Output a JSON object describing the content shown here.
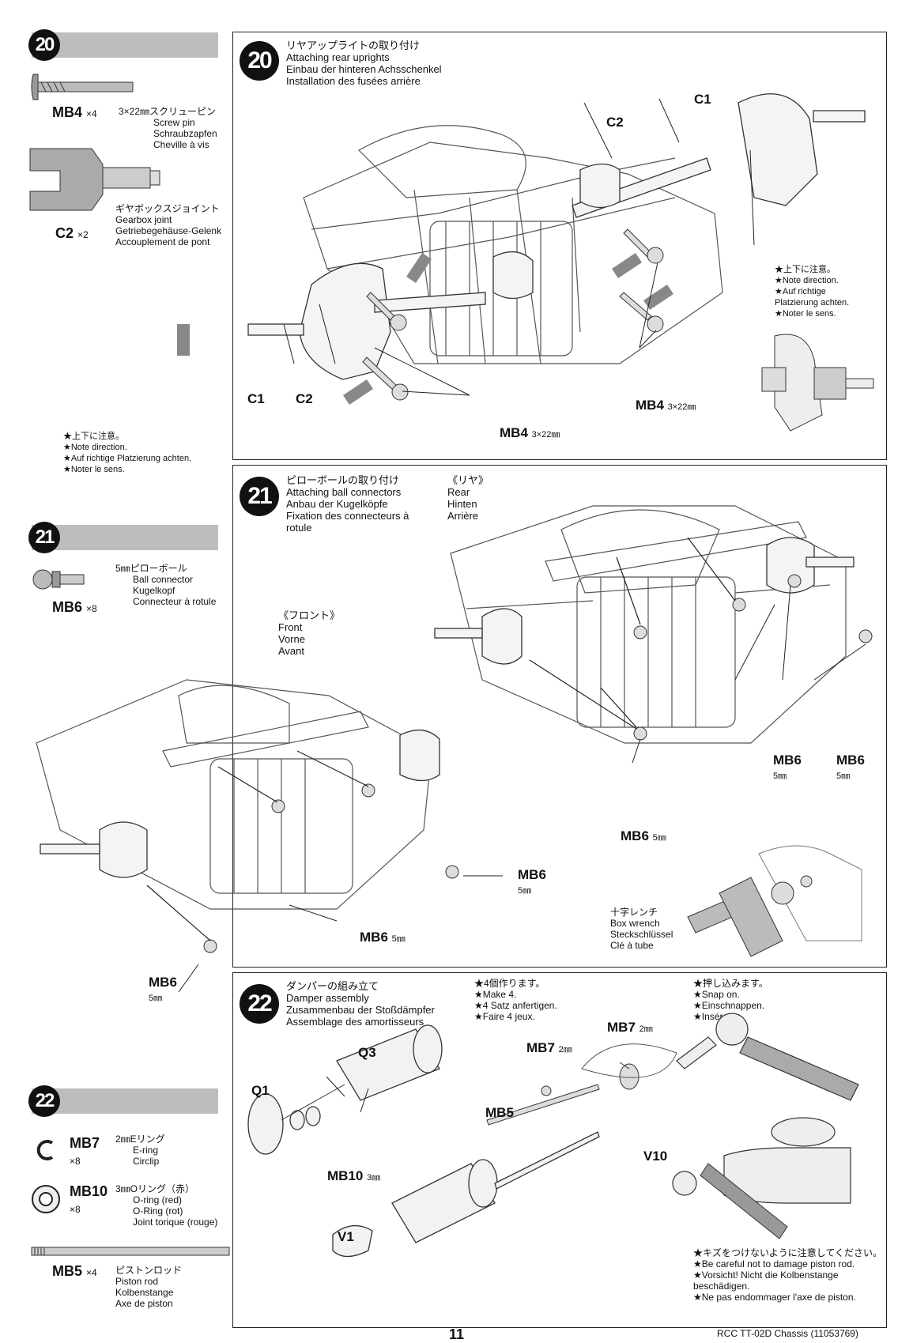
{
  "left_column": {
    "step20": {
      "number": "20",
      "parts": [
        {
          "code": "MB4",
          "qty": "×4",
          "desc": [
            "3×22㎜スクリューピン",
            "Screw pin",
            "Schraubzapfen",
            "Cheville à vis"
          ]
        },
        {
          "code": "C2",
          "qty": "×2",
          "desc": [
            "ギヤボックスジョイント",
            "Gearbox joint",
            "Getriebegehäuse-Gelenk",
            "Accouplement de pont"
          ]
        }
      ]
    },
    "step21": {
      "number": "21",
      "parts": [
        {
          "code": "MB6",
          "qty": "×8",
          "desc": [
            "5㎜ピローボール",
            "Ball connector",
            "Kugelkopf",
            "Connecteur à rotule"
          ]
        }
      ]
    },
    "step22": {
      "number": "22",
      "parts": [
        {
          "code": "MB7",
          "qty": "×8",
          "desc": [
            "2㎜Eリング",
            "E-ring",
            "Circlip"
          ]
        },
        {
          "code": "MB10",
          "qty": "×8",
          "desc": [
            "3㎜Oリング（赤）",
            "O-ring (red)",
            "O-Ring (rot)",
            "Joint torique (rouge)"
          ]
        },
        {
          "code": "MB5",
          "qty": "×4",
          "desc": [
            "ピストンロッド",
            "Piston rod",
            "Kolbenstange",
            "Axe de piston"
          ]
        }
      ]
    }
  },
  "step20": {
    "number": "20",
    "title": [
      "リヤアップライトの取り付け",
      "Attaching rear uprights",
      "Einbau der hinteren Achsschenkel",
      "Installation des fusées arrière"
    ],
    "labels": {
      "c1_top": "C1",
      "c2_top": "C2",
      "c1_bottom": "C1",
      "c2_bottom": "C2",
      "mb4_a": "MB4",
      "mb4_a_size": "3×22㎜",
      "mb4_b": "MB4",
      "mb4_b_size": "3×22㎜"
    },
    "note_right": [
      "★上下に注意。",
      "★Note direction.",
      "★Auf richtige",
      "Platzierung achten.",
      "★Noter le sens."
    ],
    "note_left": [
      "★上下に注意。",
      "★Note direction.",
      "★Auf richtige Platzierung achten.",
      "★Noter le sens."
    ]
  },
  "step21": {
    "number": "21",
    "title": [
      "ピローボールの取り付け",
      "Attaching ball connectors",
      "Anbau der Kugelköpfe",
      "Fixation des connecteurs à",
      "rotule"
    ],
    "rear": [
      "《リヤ》",
      "Rear",
      "Hinten",
      "Arrière"
    ],
    "front": [
      "《フロント》",
      "Front",
      "Vorne",
      "Avant"
    ],
    "callouts": [
      {
        "code": "MB6",
        "size": "5㎜"
      },
      {
        "code": "MB6",
        "size": "5㎜"
      },
      {
        "code": "MB6",
        "size": "5㎜"
      },
      {
        "code": "MB6",
        "size": "5㎜"
      },
      {
        "code": "MB6",
        "size": "5㎜"
      },
      {
        "code": "MB6",
        "size": "5㎜"
      }
    ],
    "wrench": [
      "十字レンチ",
      "Box wrench",
      "Steckschlüssel",
      "Clé à tube"
    ]
  },
  "step22": {
    "number": "22",
    "title": [
      "ダンパーの組み立て",
      "Damper assembly",
      "Zusammenbau der Stoßdämpfer",
      "Assemblage des amortisseurs"
    ],
    "make4": [
      "★4個作ります。",
      "★Make 4.",
      "★4 Satz anfertigen.",
      "★Faire 4 jeux."
    ],
    "snap": [
      "★押し込みます。",
      "★Snap on.",
      "★Einschnappen.",
      "★Insérer."
    ],
    "careful": [
      "★キズをつけないように注意してください。",
      "★Be careful not to damage piston rod.",
      "★Vorsicht!  Nicht  die  Kolbenstange",
      "beschädigen.",
      "★Ne pas endommager l'axe de piston."
    ],
    "labels": {
      "q1": "Q1",
      "q3": "Q3",
      "mb10": "MB10",
      "mb10_size": "3㎜",
      "mb7a": "MB7",
      "mb7a_size": "2㎜",
      "mb7b": "MB7",
      "mb7b_size": "2㎜",
      "mb5": "MB5",
      "v10": "V10",
      "v1": "V1"
    }
  },
  "footer": {
    "page": "11",
    "model": "RCC TT-02D Chassis (11053769)"
  }
}
